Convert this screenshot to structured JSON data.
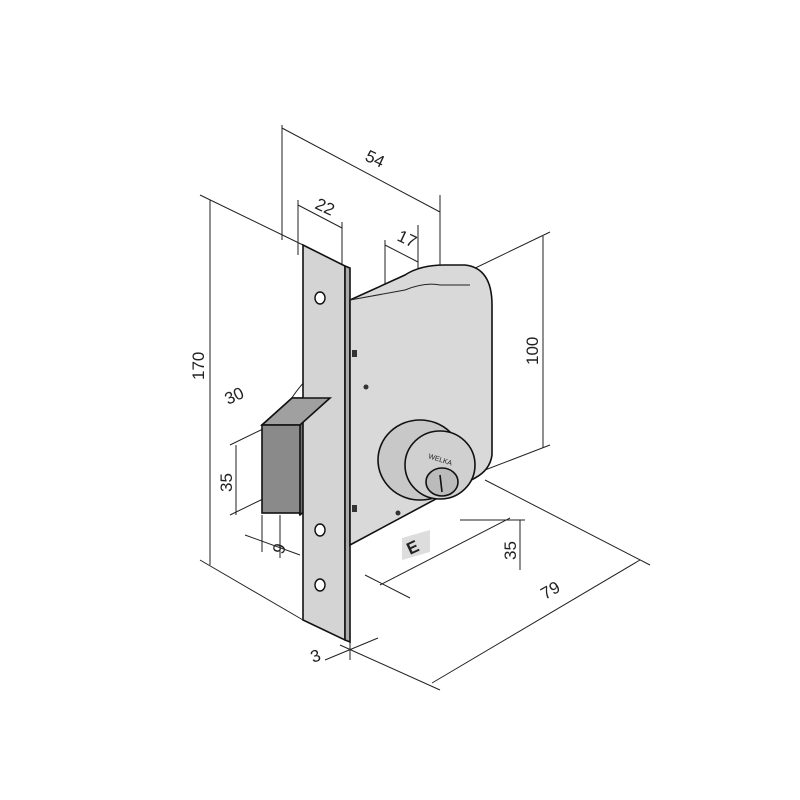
{
  "diagram": {
    "dimensions": {
      "d54": "54",
      "d22": "22",
      "d17": "17",
      "d170": "170",
      "d100": "100",
      "d30": "30",
      "d35_bolt": "35",
      "d9": "9",
      "dE": "E",
      "d35_backset": "35",
      "d79": "79",
      "d3": "3"
    },
    "logo": "WELKA",
    "colors": {
      "plate": "#d4d4d4",
      "body": "#d9d9d9",
      "bolt": "#8a8a8a",
      "line": "#111111"
    }
  }
}
